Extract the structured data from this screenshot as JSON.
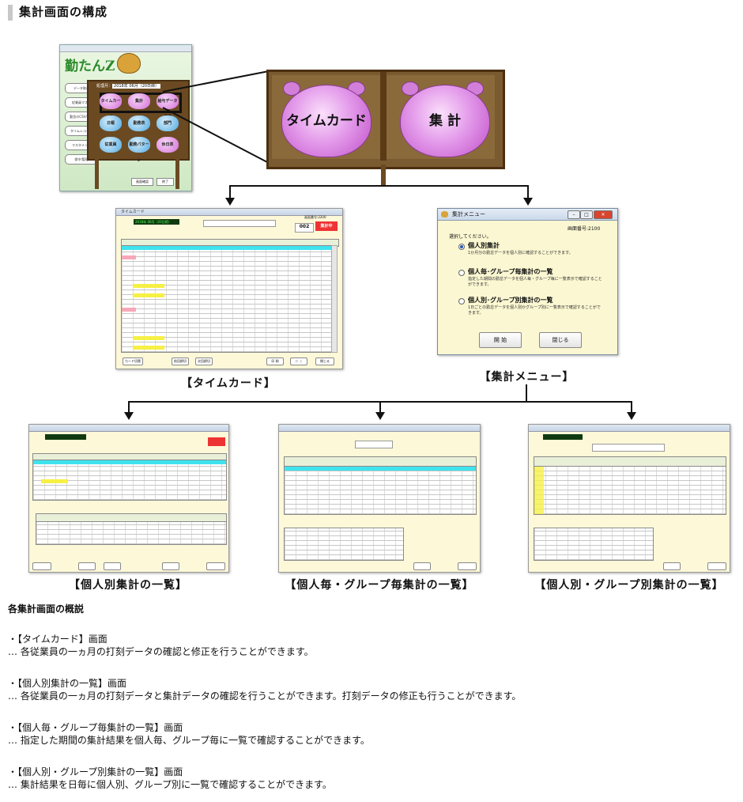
{
  "header": {
    "title": "集計画面の構成"
  },
  "main_app": {
    "logo": "勤たんZ",
    "period_label": "処理月：",
    "period_value": "2018年 06月（20日締）",
    "side_buttons": [
      "データ取込",
      "従業員マスタ",
      "勤怠のCSV/印刷",
      "タイムレコーダ",
      "マスタメンテ",
      "保守/管理"
    ],
    "buttons_row1": [
      "タイムカード",
      "集計",
      "給与データ作成"
    ],
    "buttons_row2": [
      "日報",
      "勤務表",
      "部門"
    ],
    "buttons_row3": [
      "従業員",
      "勤務パターン",
      "休日表"
    ],
    "bottom_buttons": [
      "画面確認",
      "終了"
    ]
  },
  "zoom": {
    "button_left": "タイムカード",
    "button_right": "集 計"
  },
  "timecard": {
    "title": "タイムカード",
    "date": "2018年 06月（20日締）",
    "card_no": "002",
    "red_label": "集計中",
    "screen_no": "画面番号:2200",
    "bottom_buttons": [
      "カード切替",
      "前回締切",
      "次回締切",
      "印 刷",
      "戻 る",
      "閉じる"
    ]
  },
  "menu": {
    "title": "集計メニュー",
    "screen_no": "画面番号:2100",
    "prompt": "選択してください。",
    "options": [
      {
        "title": "個人別集計",
        "desc": "1か月分の勤怠データを個人別に確認することができます。"
      },
      {
        "title": "個人毎･グループ毎集計の一覧",
        "desc": "指定した期間の勤怠データを個人毎・グループ毎に一覧表示で確認することができます。"
      },
      {
        "title": "個人別･グループ別集計の一覧",
        "desc": "1日ごとの勤怠データを個人別かグループ別に一覧表示で確認することができます。"
      }
    ],
    "buttons": [
      "開 始",
      "閉じる"
    ]
  },
  "captions": {
    "timecard": "【タイムカード】",
    "menu": "【集計メニュー】",
    "individual": "【個人別集計の一覧】",
    "each": "【個人毎・グループ毎集計の一覧】",
    "byday": "【個人別・グループ別集計の一覧】"
  },
  "overview": {
    "heading": "各集計画面の概説",
    "items": [
      {
        "label": "・【タイムカード】画面",
        "desc": "… 各従業員の一ヵ月の打刻データの確認と修正を行うことができます。"
      },
      {
        "label": "・【個人別集計の一覧】画面",
        "desc": "… 各従業員の一ヵ月の打刻データと集計データの確認を行うことができます。打刻データの修正も行うことができます。"
      },
      {
        "label": "・【個人毎・グループ毎集計の一覧】画面",
        "desc": "… 指定した期間の集計結果を個人毎、グループ毎に一覧で確認することができます。"
      },
      {
        "label": "・【個人別・グループ別集計の一覧】画面",
        "desc": "… 集計結果を日毎に個人別、グループ別に一覧で確認することができます。"
      }
    ]
  }
}
